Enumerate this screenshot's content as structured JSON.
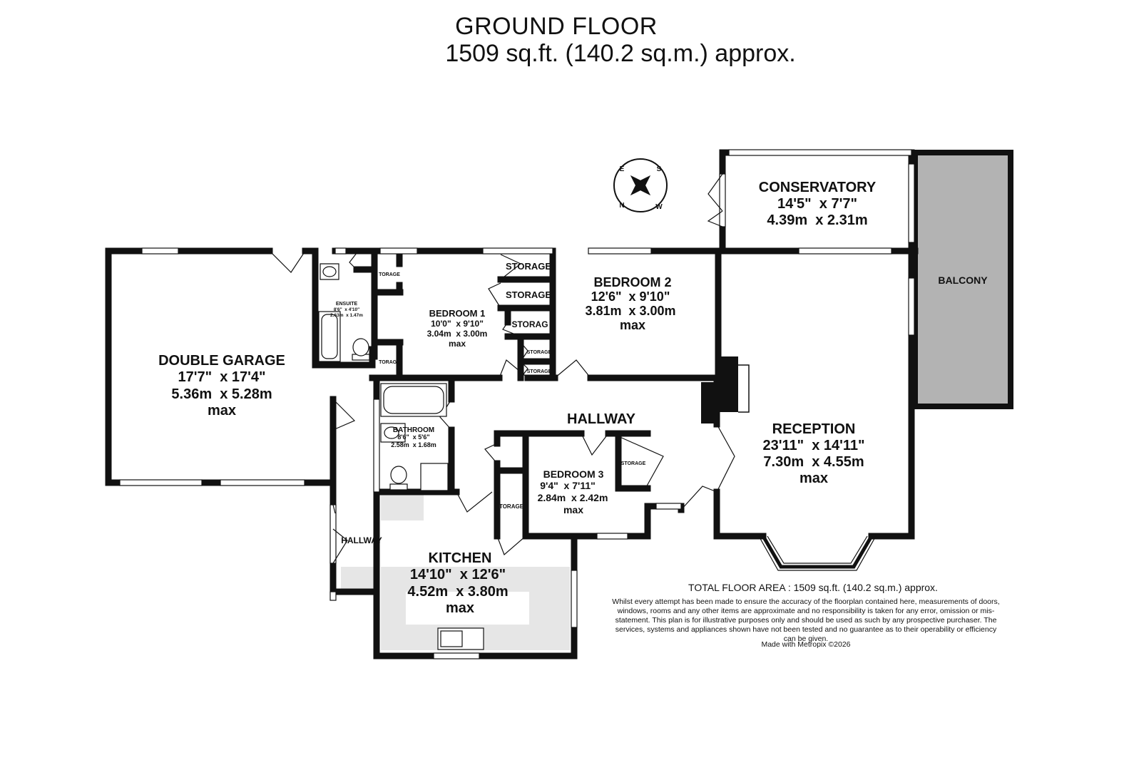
{
  "header": {
    "title": "GROUND FLOOR",
    "area": "1509 sq.ft. (140.2 sq.m.) approx."
  },
  "rooms": {
    "double_garage": {
      "name": "DOUBLE GARAGE",
      "imperial": "17'7\"  x 17'4\"",
      "metric": "5.36m  x 5.28m",
      "note": "max"
    },
    "ensuite": {
      "name": "ENSUITE",
      "imperial": "8'6\"  x 4'10\"",
      "metric": "2.63m  x 1.47m"
    },
    "bedroom1": {
      "name": "BEDROOM 1",
      "imperial": "10'0\"  x 9'10\"",
      "metric": "3.04m  x 3.00m",
      "note": "max"
    },
    "bedroom2": {
      "name": "BEDROOM 2",
      "imperial": "12'6\"  x 9'10\"",
      "metric": "3.81m  x 3.00m",
      "note": "max"
    },
    "conservatory": {
      "name": "CONSERVATORY",
      "imperial": "14'5\"  x 7'7\"",
      "metric": "4.39m  x 2.31m"
    },
    "balcony": {
      "name": "BALCONY"
    },
    "hallway_main": {
      "name": "HALLWAY"
    },
    "reception": {
      "name": "RECEPTION",
      "imperial": "23'11\"  x 14'11\"",
      "metric": "7.30m  x 4.55m",
      "note": "max"
    },
    "bathroom": {
      "name": "BATHROOM",
      "imperial": "8'6\"  x 5'6\"",
      "metric": "2.58m  x 1.68m"
    },
    "bedroom3": {
      "name": "BEDROOM 3",
      "imperial": "9'4\"  x 7'11\"",
      "metric": "2.84m  x 2.42m",
      "note": "max"
    },
    "hallway_side": {
      "name": "HALLWAY"
    },
    "kitchen": {
      "name": "KITCHEN",
      "imperial": "14'10\"  x 12'6\"",
      "metric": "4.52m  x 3.80m",
      "note": "max"
    }
  },
  "storage_label": "STORAGE",
  "storage_label_clipped_a": "TORAGE",
  "storage_label_clipped_b": "STORAG",
  "compass": {
    "letters": [
      "N",
      "E",
      "S",
      "W"
    ]
  },
  "footer": {
    "total": "TOTAL FLOOR AREA : 1509 sq.ft. (140.2 sq.m.) approx.",
    "disclaimer": "Whilst every attempt has been made to ensure the accuracy of the floorplan contained here, measurements of doors, windows, rooms and any other items are approximate and no responsibility is taken for any error, omission or mis-statement. This plan is for illustrative purposes only and should be used as such by any prospective purchaser. The services, systems and appliances shown have not been tested and no guarantee as to their operability or efficiency can be given.",
    "credit": "Made with Metropix ©2026"
  },
  "colors": {
    "wall": "#111111",
    "balcony_fill": "#b3b3b3",
    "fixture_fill": "#e6e6e6",
    "background": "#ffffff"
  }
}
